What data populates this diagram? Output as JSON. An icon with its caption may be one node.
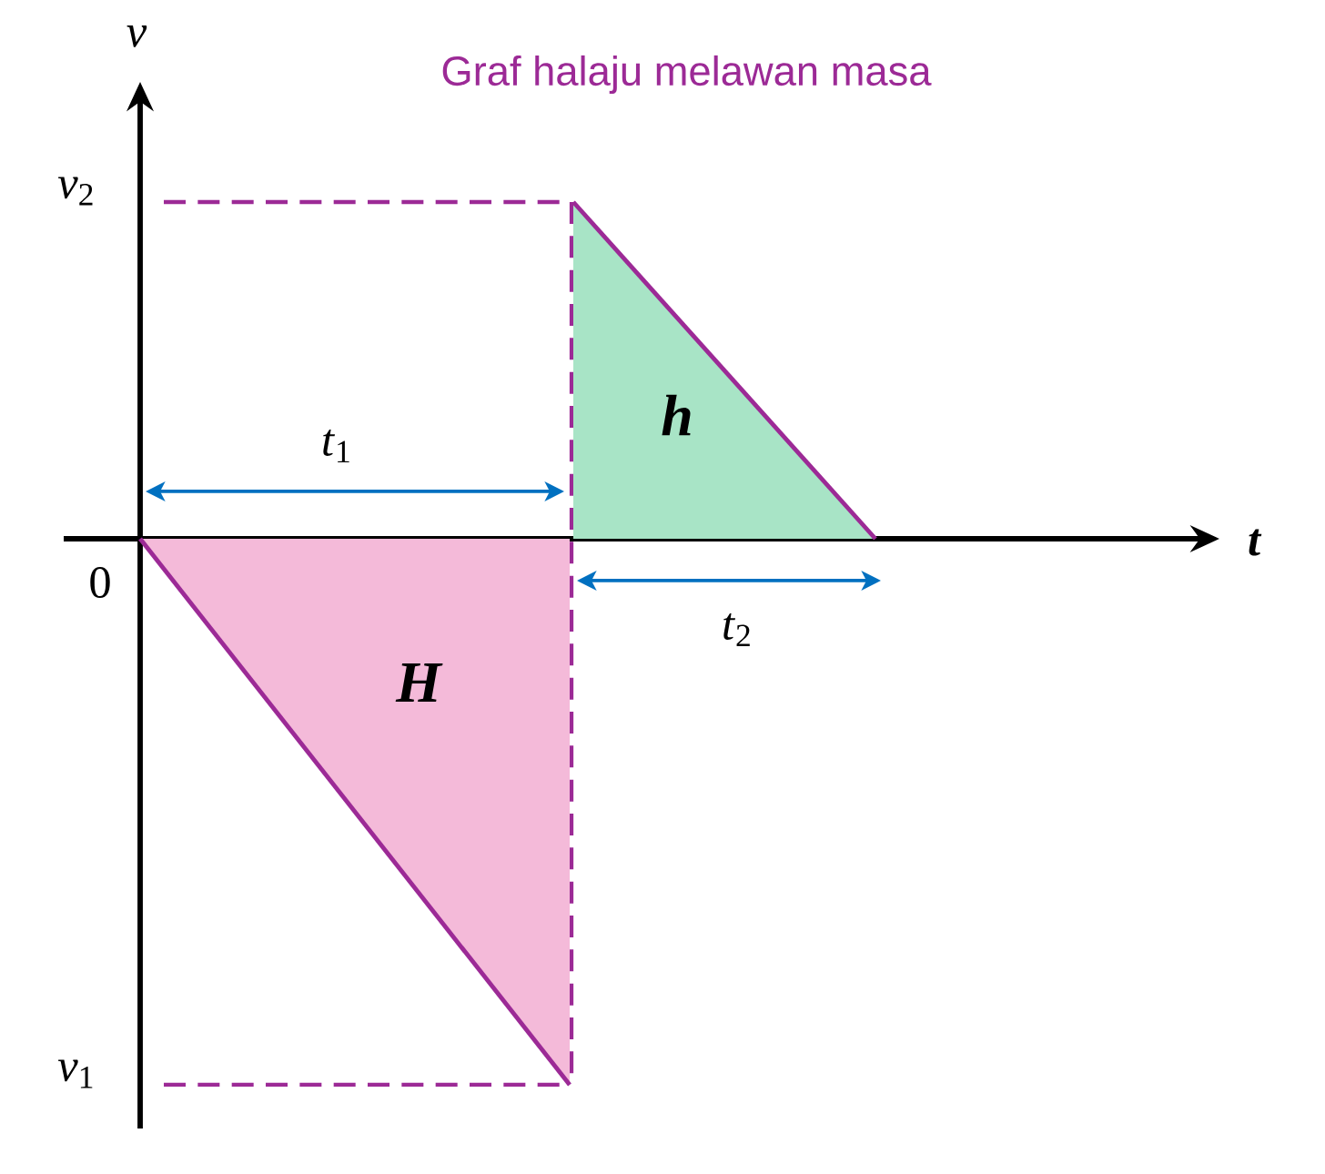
{
  "diagram": {
    "title": "Graf halaju melawan masa",
    "nodes": [
      {
        "text": [
          "h"
        ]
      },
      {
        "text": [
          "H"
        ]
      }
    ],
    "edges": [],
    "labels": [
      "v",
      "*v*$_{2}$",
      "*t*$_{1}$",
      "0",
      "t",
      "*t*$_{2}$",
      "*v*$_{1}$"
    ]
  }
}
